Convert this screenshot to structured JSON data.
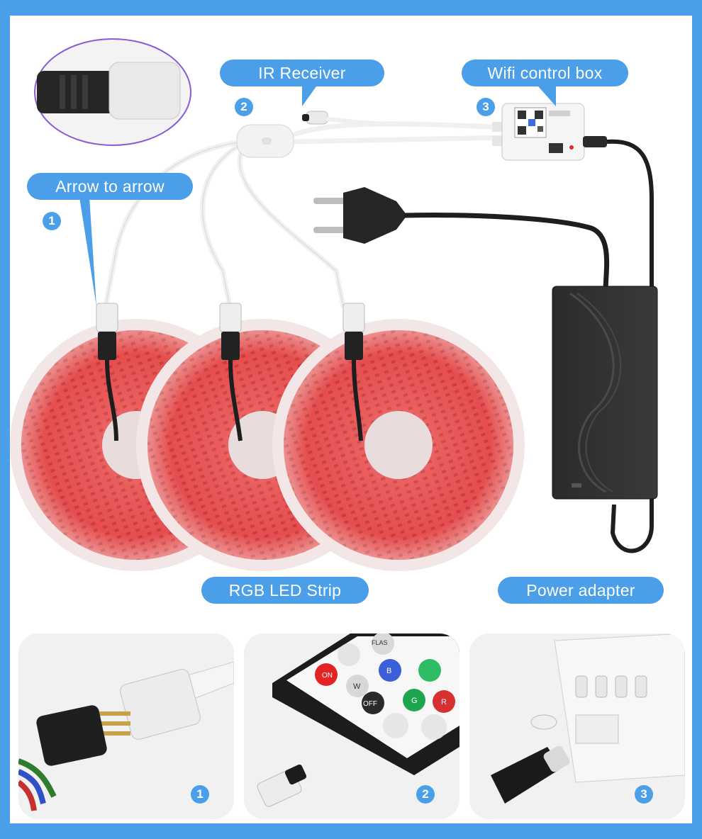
{
  "labels": {
    "ir_receiver": "IR Receiver",
    "wifi_control_box": "Wifi control box",
    "arrow_to_arrow": "Arrow to arrow",
    "rgb_led_strip": "RGB LED Strip",
    "power_adapter": "Power adapter"
  },
  "numbers": {
    "one": "1",
    "two": "2",
    "three": "3"
  },
  "remote": {
    "btn_on": "ON",
    "btn_off": "OFF",
    "btn_w": "W",
    "btn_b": "B",
    "btn_g": "G",
    "btn_r": "R",
    "btn_flash": "FLAS"
  },
  "colors": {
    "accent": "#4a9fe8",
    "led_red": "#f04a4a"
  }
}
